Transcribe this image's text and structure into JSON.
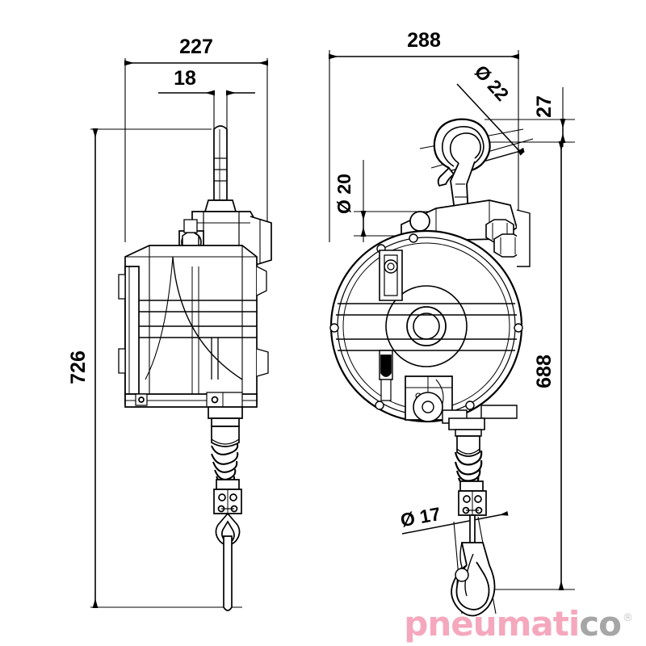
{
  "document": {
    "type": "technical-drawing",
    "title": "Spring balancer dimensional drawing",
    "views": [
      "side-view",
      "front-view"
    ],
    "background_color": "#ffffff",
    "line_color": "#000000"
  },
  "dimensions": {
    "left_view": {
      "overall_width": "227",
      "detail_width": "18",
      "overall_height": "726"
    },
    "right_view": {
      "overall_width": "288",
      "overall_height": "688",
      "hook_offset": "27",
      "suspension_hook_dia": "Ø 22",
      "suspension_eye_dia": "Ø 20",
      "load_hook_dia": "Ø 17"
    }
  },
  "branding": {
    "name_primary": "pneumati",
    "name_secondary": "c",
    "name_tertiary": "o",
    "combined": "pneumatico",
    "trademark": "®",
    "color_primary": "#f5a8bd",
    "color_secondary": "#a6a6a6"
  },
  "icons": {
    "arrow": "dimension-arrow",
    "hook": "hook-icon",
    "spring": "spring-icon",
    "drum": "drum-icon"
  }
}
